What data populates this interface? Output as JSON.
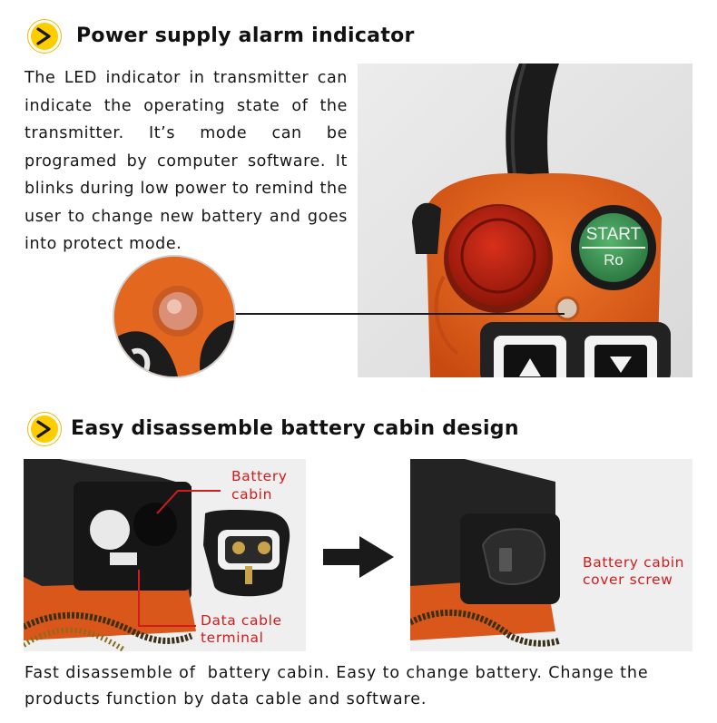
{
  "section1": {
    "heading": "Power supply alarm indicator",
    "paragraph": "The LED indicator in transmitter can indicate the operating state of the transmitter. It’s mode can be programed by computer software. It blinks during low power to remind the user to change new battery and goes into protect mode.",
    "remote": {
      "start_label": "START",
      "start_sub": "Ro"
    }
  },
  "section2": {
    "heading": "Easy disassemble battery cabin design",
    "labels": {
      "battery_cabin_1": "Battery",
      "battery_cabin_2": "cabin",
      "data_cable_1": "Data cable",
      "data_cable_2": "terminal",
      "cover_screw_1": "Battery cabin",
      "cover_screw_2": "cover screw"
    },
    "caption_line1": "Fast disassemble of  battery cabin. Easy to change battery. Change the",
    "caption_line2": "products function by data cable and software."
  },
  "colors": {
    "accent_yellow": "#ffcc00",
    "label_red": "#d01c1c",
    "device_orange": "#e8621b",
    "start_green": "#3e9a57"
  },
  "icons": [
    "chevron-right-icon",
    "arrow-right-icon"
  ]
}
